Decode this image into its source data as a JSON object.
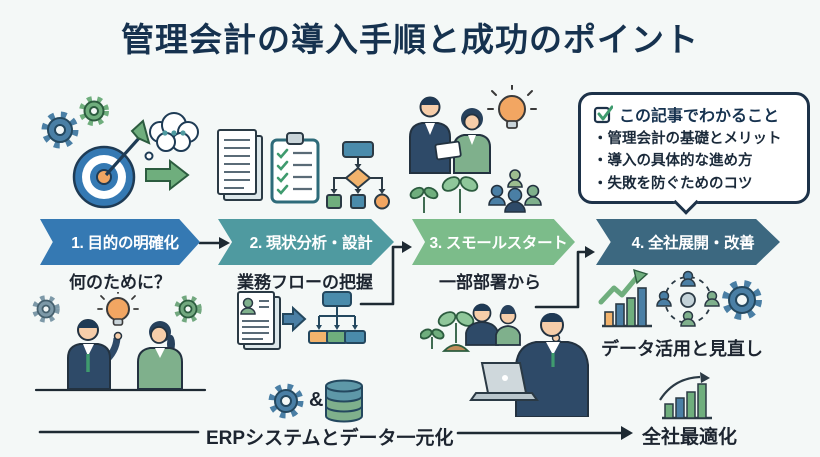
{
  "title": "管理会計の導入手順と成功のポイント",
  "info_box": {
    "heading": "この記事でわかること",
    "items": [
      "・管理会計の基礎とメリット",
      "・導入の具体的な進め方",
      "・失敗を防ぐためのコツ"
    ]
  },
  "steps": [
    {
      "label": "1. 目的の明確化",
      "caption": "何のために？",
      "color": "#3579b3"
    },
    {
      "label": "2. 現状分析・設計",
      "caption": "業務フローの把握",
      "color": "#4f9aa0"
    },
    {
      "label": "3. スモールスタート",
      "caption": "一部部署から",
      "color": "#7cbc8a"
    },
    {
      "label": "4. 全社展開・改善",
      "caption": "データ活用と見直し",
      "color": "#3c6880"
    }
  ],
  "bottom": {
    "erp_label": "ERPシステムとデータ一元化",
    "ampersand": "&",
    "result_label": "全社最適化"
  },
  "icons": {
    "checkbox": "checked-checkbox-icon",
    "target": "target-with-dart-icon",
    "gear": "gear-icon",
    "thought_bubble": "thought-bubble-icon",
    "lightbulb": "lightbulb-icon",
    "documents": "stacked-documents-icon",
    "checklist": "clipboard-checklist-icon",
    "flowchart": "flowchart-icon",
    "org_chart": "org-chart-icon",
    "sprout": "plant-sprout-icon",
    "people_group": "people-group-icon",
    "bar_chart": "rising-bar-chart-icon",
    "people_network": "people-network-icon",
    "database": "database-icon",
    "laptop": "laptop-icon"
  },
  "colors": {
    "background": "#f4f8f7",
    "title_text": "#16324f",
    "caption_text": "#1d2530",
    "info_border": "#1d3249",
    "accent_green": "#6fae7d",
    "accent_orange": "#f2a662",
    "accent_blue": "#4a7fa5",
    "check_green": "#3f9b6e",
    "connector": "#1e2a33"
  }
}
